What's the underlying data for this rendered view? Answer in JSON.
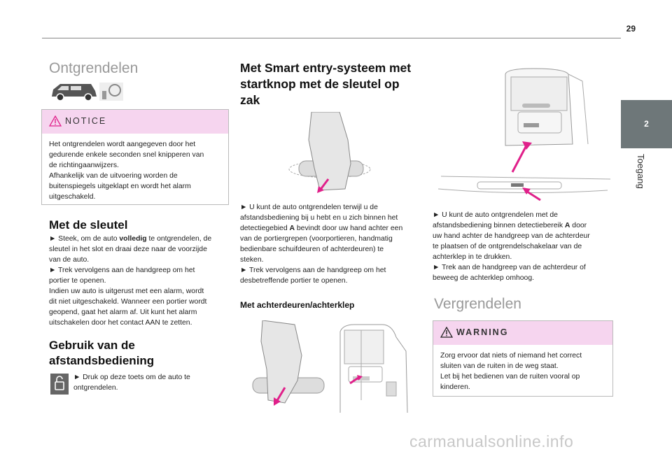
{
  "page": {
    "number": "29",
    "chapter_tab": "2",
    "chapter_name": "Toegang"
  },
  "col1": {
    "title": "Ontgrendelen",
    "notice": {
      "title": "NOTICE",
      "lines": [
        "Het ontgrendelen wordt aangegeven door het",
        "gedurende enkele seconden snel knipperen van",
        "de richtingaanwijzers.",
        "Afhankelijk van de uitvoering worden de",
        "buitenspiegels uitgeklapt en wordt het alarm",
        "uitgeschakeld."
      ]
    },
    "key_title": "Met de sleutel",
    "key_text": {
      "l1_pre": "► Steek, om de auto ",
      "l1_bold": "volledig",
      "l1_post": " te ontgrendelen, de",
      "lines": [
        "sleutel in het slot en draai deze naar de voorzijde",
        "van de auto.",
        "► Trek vervolgens aan de handgreep om het",
        "portier te openen.",
        "Indien uw auto is uitgerust met een alarm, wordt",
        "dit niet uitgeschakeld. Wanneer een portier wordt",
        "geopend, gaat het alarm af. Uit kunt het alarm",
        "uitschakelen door het contact AAN te zetten."
      ]
    },
    "remote_title_1": "Gebruik van de",
    "remote_title_2": "afstandsbediening",
    "remote_lines": [
      "► Druk op deze toets om de auto te",
      "ontgrendelen."
    ]
  },
  "col2": {
    "title_1": "Met Smart entry-systeem met",
    "title_2": "startknop met de sleutel op",
    "title_3": "zak",
    "text": {
      "l1": "► U kunt de auto ontgrendelen terwijl u de",
      "l2": "afstandsbediening bij u hebt en u zich binnen het",
      "l3_pre": "detectiegebied ",
      "l3_bold": "A",
      "l3_post": " bevindt door uw hand achter een",
      "rest": [
        "van de portiergrepen (voorportieren, handmatig",
        "bedienbare schuifdeuren of achterdeuren) te",
        "steken.",
        "► Trek vervolgens aan de handgreep om het",
        "desbetreffende portier te openen."
      ]
    },
    "rear_title": "Met achterdeuren/achterklep"
  },
  "col3": {
    "text": {
      "l1": "► U kunt de auto ontgrendelen met de",
      "l2_pre": "afstandsbediening binnen detectiebereik ",
      "l2_bold": "A",
      "l2_post": " door",
      "rest": [
        "uw hand achter de handgreep van de achterdeur",
        "te plaatsen of de ontgrendelschakelaar van de",
        "achterklep in te drukken.",
        "► Trek aan de handgreep van de achterdeur of",
        "beweeg de achterklep omhoog."
      ]
    },
    "title": "Vergrendelen",
    "warning": {
      "title": "WARNING",
      "lines": [
        "Zorg ervoor dat niets of niemand het correct",
        "sluiten van de ruiten in de weg staat.",
        "Let bij het bedienen van de ruiten vooral op",
        "kinderen."
      ]
    }
  },
  "watermark": "carmanualsonline.info",
  "colors": {
    "accent_pink": "#e0208a",
    "box_header": "#f6d5ef",
    "tab_grey": "#6e7779"
  }
}
